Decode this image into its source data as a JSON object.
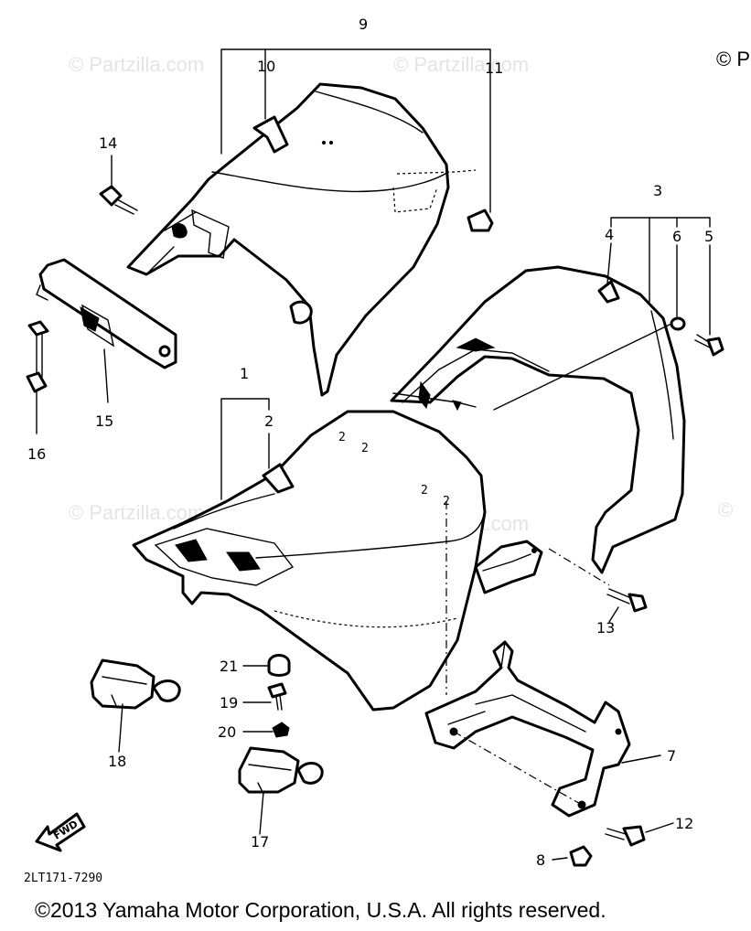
{
  "watermarks": [
    "© Partzilla.com",
    "© Partzilla.com",
    "© Partzilla.com",
    "© Partzilla.com",
    "©"
  ],
  "corner_mark": "© P",
  "callouts": {
    "c1": "1",
    "c2": "2",
    "c3": "3",
    "c4": "4",
    "c5": "5",
    "c6": "6",
    "c7": "7",
    "c8": "8",
    "c9": "9",
    "c10": "10",
    "c11": "11",
    "c12": "12",
    "c13": "13",
    "c14": "14",
    "c15": "15",
    "c16": "16",
    "c17": "17",
    "c18": "18",
    "c19": "19",
    "c20": "20",
    "c21": "21"
  },
  "fwd_label": "FWD",
  "diagram_code": "2LT171-7290",
  "copyright": "©2013 Yamaha Motor Corporation, U.S.A. All rights reserved."
}
